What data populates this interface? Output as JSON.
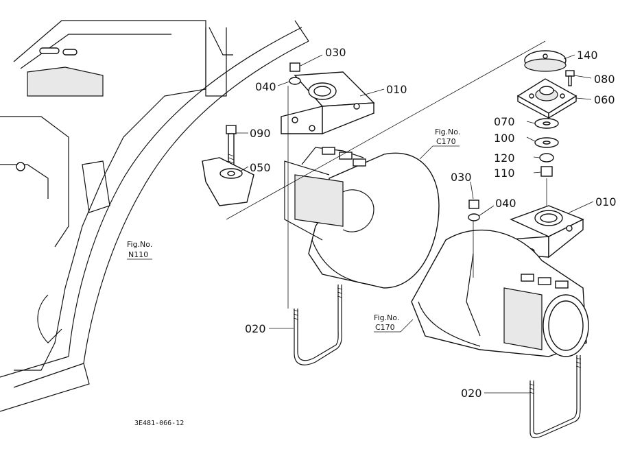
{
  "callouts": {
    "c030a": "030",
    "c040a": "040",
    "c010a": "010",
    "c090": "090",
    "c050": "050",
    "c140": "140",
    "c080": "080",
    "c060": "060",
    "c070": "070",
    "c100": "100",
    "c120": "120",
    "c110": "110",
    "c030b": "030",
    "c040b": "040",
    "c010b": "010",
    "c020a": "020",
    "c020b": "020"
  },
  "refs": {
    "r1_fig": "Fig.No.",
    "r1_code": "C170",
    "r2_fig": "Fig.No.",
    "r2_code": "C170",
    "r3_fig": "Fig.No.",
    "r3_code": "N110"
  },
  "footer": {
    "drawing_id": "3E481-066-12"
  }
}
